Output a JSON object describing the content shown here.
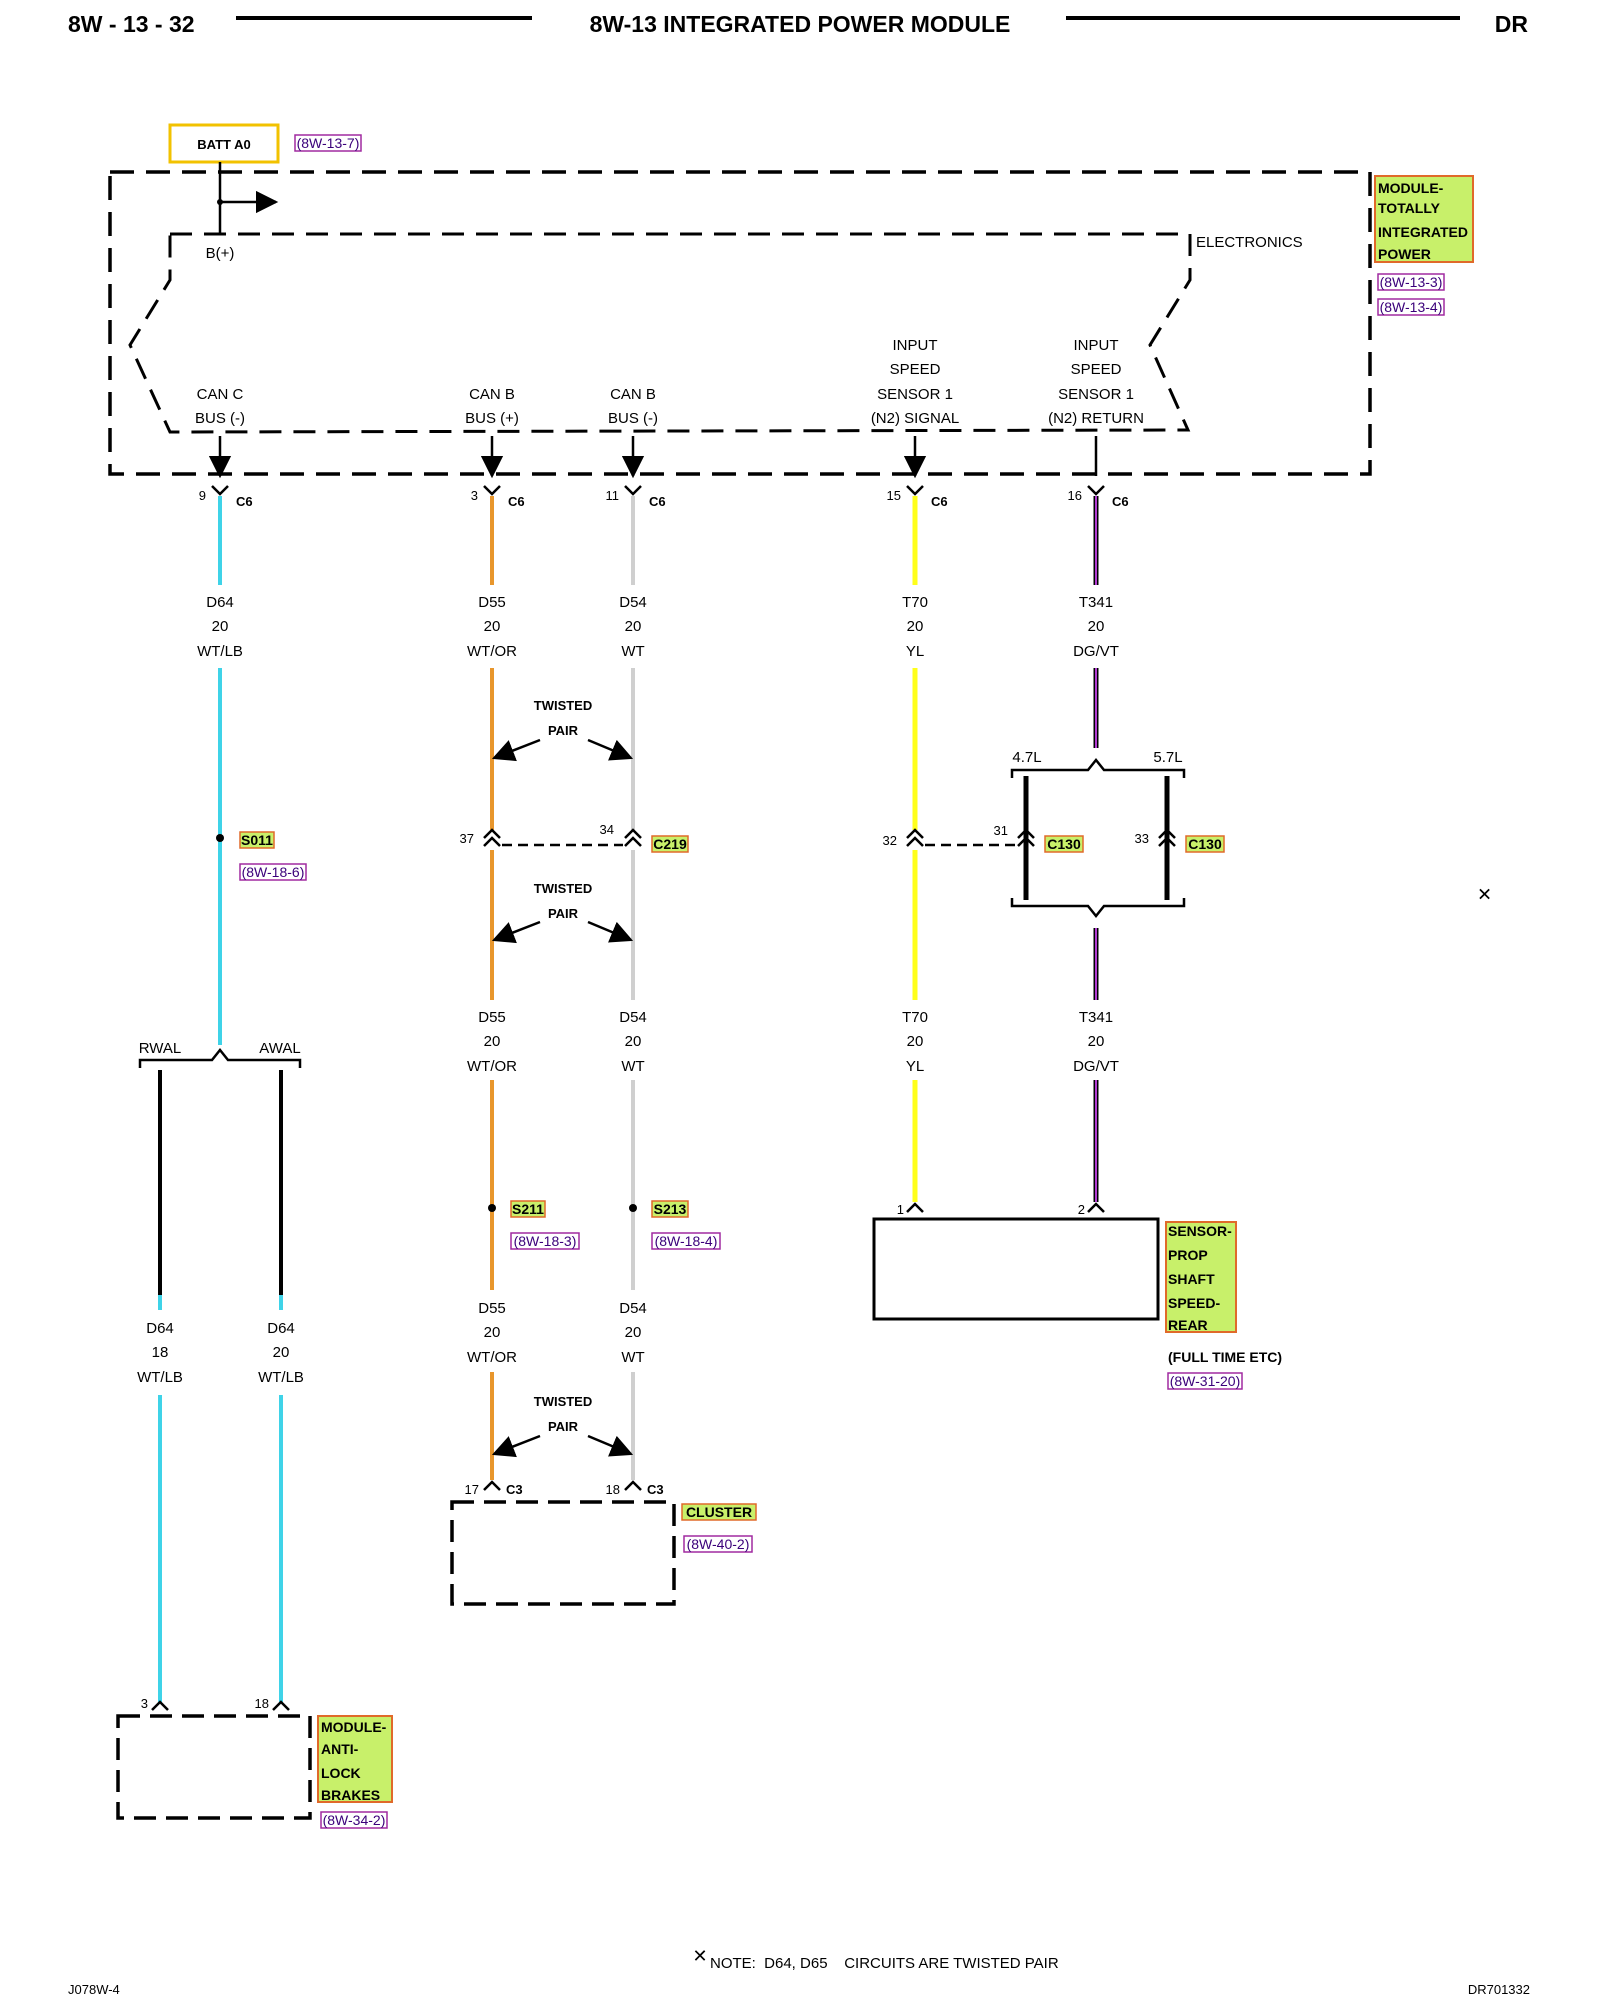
{
  "header": {
    "page_number": "8W - 13 - 32",
    "title": "8W-13 INTEGRATED POWER MODULE",
    "code": "DR"
  },
  "batt": {
    "label": "BATT A0",
    "ref": "(8W-13-7)"
  },
  "module_tipm": {
    "name_lines": [
      "MODULE-",
      "TOTALLY",
      "INTEGRATED",
      "POWER"
    ],
    "refs": [
      "(8W-13-3)",
      "(8W-13-4)"
    ],
    "electronics": "ELECTRONICS",
    "bplus": "B(+)"
  },
  "pins": [
    {
      "lines": [
        "CAN C",
        "BUS (-)"
      ],
      "pin": "9",
      "connector": "C6",
      "circuit": "D64",
      "gauge": "20",
      "color": "WT/LB"
    },
    {
      "lines": [
        "CAN B",
        "BUS (+)"
      ],
      "pin": "3",
      "connector": "C6",
      "circuit": "D55",
      "gauge": "20",
      "color": "WT/OR"
    },
    {
      "lines": [
        "CAN B",
        "BUS (-)"
      ],
      "pin": "11",
      "connector": "C6",
      "circuit": "D54",
      "gauge": "20",
      "color": "WT"
    },
    {
      "lines": [
        "INPUT",
        "SPEED",
        "SENSOR 1",
        "(N2) SIGNAL"
      ],
      "pin": "15",
      "connector": "C6",
      "circuit": "T70",
      "gauge": "20",
      "color": "YL"
    },
    {
      "lines": [
        "INPUT",
        "SPEED",
        "SENSOR 1",
        "(N2) RETURN"
      ],
      "pin": "16",
      "connector": "C6",
      "circuit": "T341",
      "gauge": "20",
      "color": "DG/VT"
    }
  ],
  "twisted_pair": [
    "TWISTED",
    "PAIR"
  ],
  "splices": {
    "s011": {
      "label": "S011",
      "ref": "(8W-18-6)"
    },
    "s211": {
      "label": "S211",
      "ref": "(8W-18-3)"
    },
    "s213": {
      "label": "S213",
      "ref": "(8W-18-4)"
    }
  },
  "c219": {
    "label": "C219",
    "pin_left": "37",
    "pin_right": "34"
  },
  "c130": {
    "label_a": "C130",
    "label_b": "C130",
    "pin_t70": "32",
    "pin_47": "31",
    "pin_57": "33"
  },
  "engine": {
    "left": "4.7L",
    "right": "5.7L"
  },
  "abs_branch": {
    "left": "RWAL",
    "right": "AWAL"
  },
  "mid_wires": [
    {
      "circuit": "D55",
      "gauge": "20",
      "color": "WT/OR"
    },
    {
      "circuit": "D54",
      "gauge": "20",
      "color": "WT"
    },
    {
      "circuit": "T70",
      "gauge": "20",
      "color": "YL"
    },
    {
      "circuit": "T341",
      "gauge": "20",
      "color": "DG/VT"
    }
  ],
  "low_wires": [
    {
      "circuit": "D55",
      "gauge": "20",
      "color": "WT/OR"
    },
    {
      "circuit": "D54",
      "gauge": "20",
      "color": "WT"
    }
  ],
  "abs_wires": [
    {
      "circuit": "D64",
      "gauge": "18",
      "color": "WT/LB"
    },
    {
      "circuit": "D64",
      "gauge": "20",
      "color": "WT/LB"
    }
  ],
  "sensor": {
    "name_lines": [
      "SENSOR-",
      "PROP",
      "SHAFT",
      "SPEED-",
      "REAR"
    ],
    "note": "(FULL TIME ETC)",
    "ref": "(8W-31-20)",
    "pin1": "1",
    "pin2": "2"
  },
  "cluster": {
    "name": "CLUSTER",
    "ref": "(8W-40-2)",
    "pin1": "17",
    "pin2": "18",
    "connector": "C3"
  },
  "abs_module": {
    "name_lines": [
      "MODULE-",
      "ANTI-",
      "LOCK",
      "BRAKES"
    ],
    "ref": "(8W-34-2)",
    "pin1": "3",
    "pin2": "18"
  },
  "note": {
    "symbol": "✕",
    "text": "NOTE:  D64, D65    CIRCUITS ARE TWISTED PAIR"
  },
  "footer": {
    "left": "J078W-4",
    "right": "DR701332"
  },
  "colors": {
    "wt_lb": "#3fd3e8",
    "wt_or": "#e8962c",
    "wt": "#cfcfcf",
    "yl": "#ffff1a",
    "dg_vt": "#b13bd1",
    "tag_bg": "#c8f06a",
    "tag_border": "#e06a2a",
    "batt_border": "#f2c200"
  }
}
